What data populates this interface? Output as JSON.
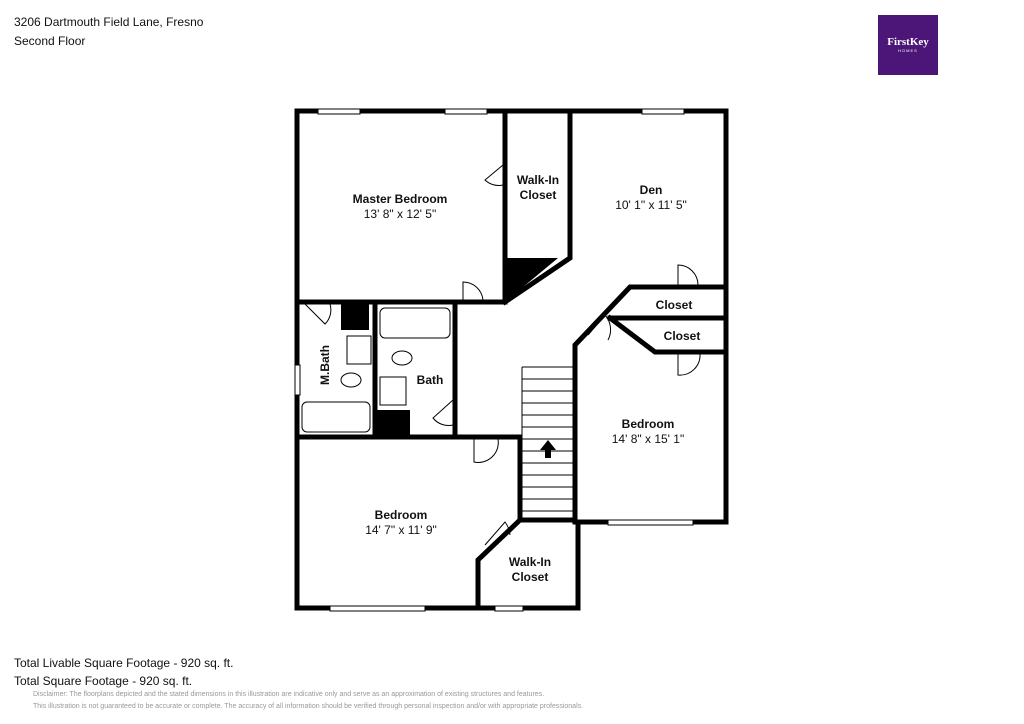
{
  "header": {
    "address": "3206 Dartmouth Field Lane, Fresno",
    "floor": "Second Floor"
  },
  "logo": {
    "brand": "FirstKey",
    "sub": "HOMES",
    "color": "#4b1677"
  },
  "rooms": {
    "master_bedroom": {
      "name": "Master Bedroom",
      "dims": "13' 8\" x 12' 5\""
    },
    "walk_in_closet_top": {
      "line1": "Walk-In",
      "line2": "Closet"
    },
    "den": {
      "name": "Den",
      "dims": "10' 1\" x 11' 5\""
    },
    "closet1": {
      "name": "Closet"
    },
    "closet2": {
      "name": "Closet"
    },
    "m_bath": {
      "name": "M.Bath"
    },
    "bath": {
      "name": "Bath"
    },
    "bedroom_right": {
      "name": "Bedroom",
      "dims": "14' 8\" x 15' 1\""
    },
    "bedroom_left": {
      "name": "Bedroom",
      "dims": "14' 7\" x 11' 9\""
    },
    "walk_in_closet_bottom": {
      "line1": "Walk-In",
      "line2": "Closet"
    }
  },
  "footer": {
    "livable": "Total Livable Square Footage - 920 sq. ft.",
    "total": "Total Square Footage - 920 sq. ft.",
    "disclaimer1": "Disclaimer: The floorplans depicted and the stated dimensions in this illustration are indicative only and serve as an approximation of existing structures and features.",
    "disclaimer2": "This illustration is not guaranteed to be accurate or complete. The accuracy of all information should be verified through personal inspection and/or with appropriate professionals."
  }
}
